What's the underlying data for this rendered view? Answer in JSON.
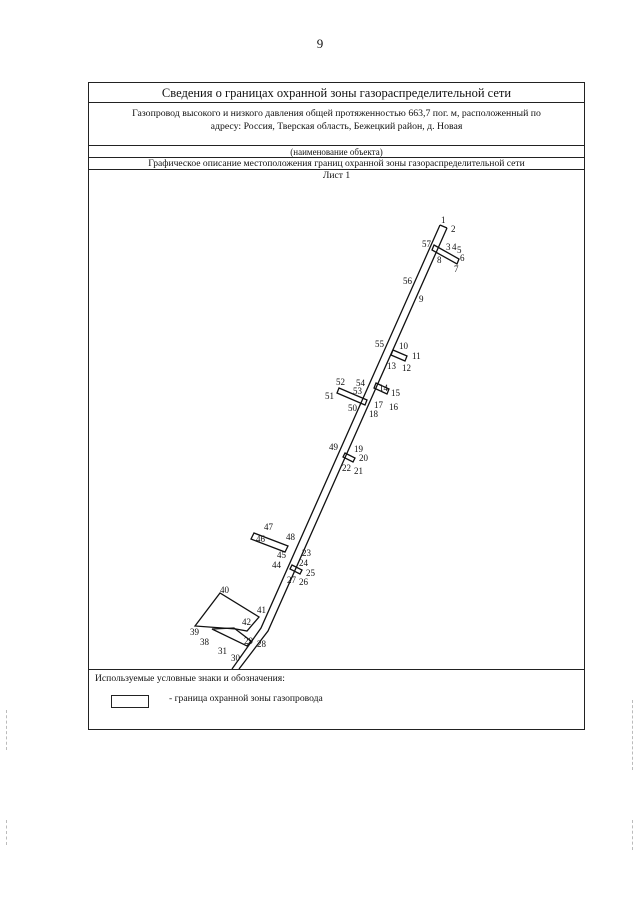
{
  "page": {
    "number": "9"
  },
  "header": {
    "title": "Сведения о границах охранной зоны газораспределительной сети",
    "object_name_line1": "Газопровод высокого и низкого давления общей протяженностью 663,7 пог. м, расположенный по",
    "object_name_line2": "адресу: Россия, Тверская область, Бежецкий район, д. Новая",
    "object_caption": "(наименование объекта)",
    "graphic_title": "Графическое описание местоположения границ охранной зоны газораспределительной сети",
    "sheet": "Лист 1"
  },
  "map": {
    "point_labels": [
      "1",
      "2",
      "3",
      "4",
      "5",
      "6",
      "7",
      "8",
      "9",
      "10",
      "11",
      "12",
      "13",
      "14",
      "15",
      "16",
      "17",
      "18",
      "19",
      "20",
      "21",
      "22",
      "23",
      "24",
      "25",
      "26",
      "27",
      "28",
      "29",
      "30",
      "31",
      "38",
      "39",
      "40",
      "41",
      "42",
      "44",
      "45",
      "46",
      "47",
      "48",
      "49",
      "50",
      "51",
      "52",
      "53",
      "54",
      "55",
      "56",
      "57"
    ]
  },
  "legend": {
    "title": "Используемые условные знаки и обозначения:",
    "item_text": "- граница охранной зоны газопровода"
  }
}
